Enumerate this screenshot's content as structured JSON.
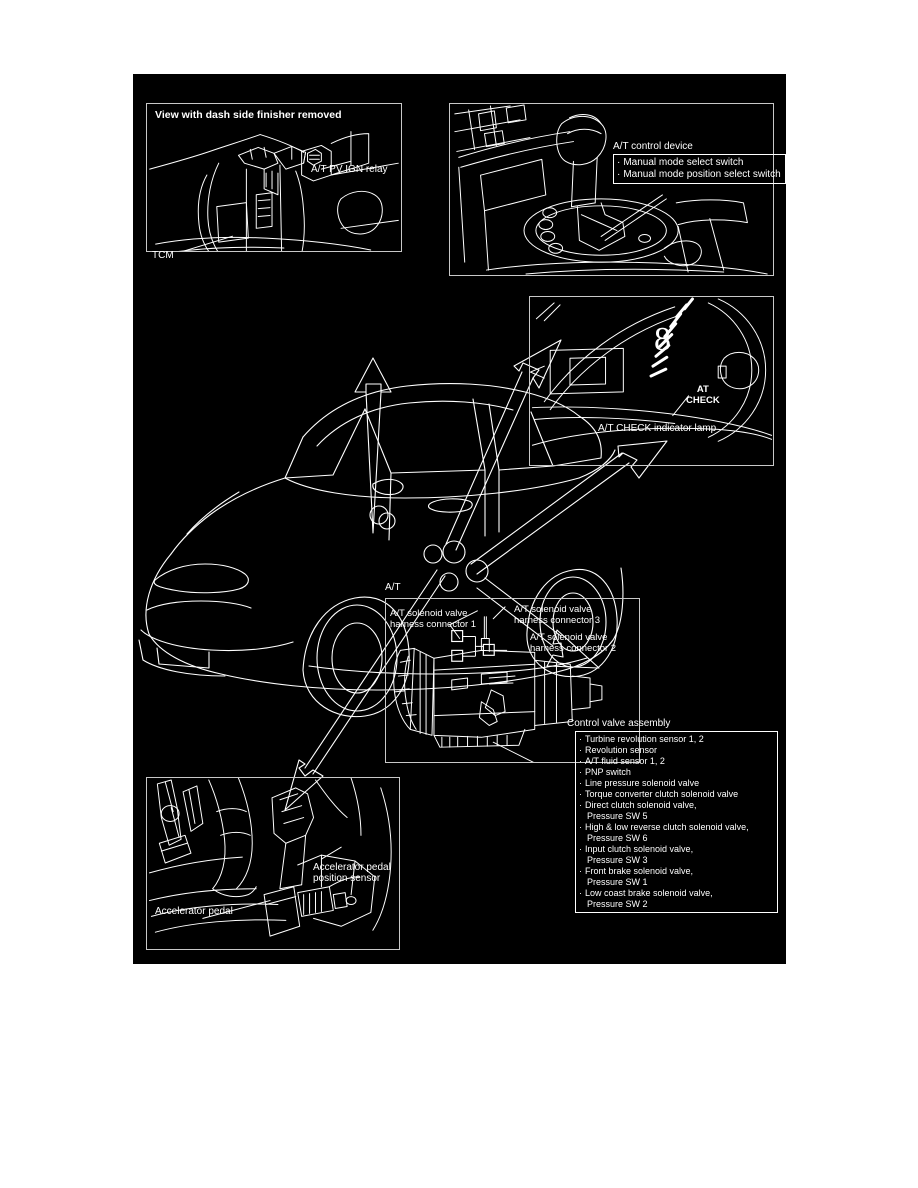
{
  "figure": {
    "type": "automotive-service-diagram",
    "subject": "A/T system component location",
    "background": "#000000",
    "line_color": "#ffffff",
    "page_background": "#ffffff"
  },
  "panels": {
    "dash": {
      "title": "View with dash side finisher removed",
      "labels": {
        "relay": "A/T PV IGN relay",
        "tcm": "TCM"
      }
    },
    "shifter": {
      "heading": "A/T control device",
      "items": [
        "Manual mode select switch",
        "Manual mode position select switch"
      ]
    },
    "cluster": {
      "digit": "8",
      "indicator_line1": "AT",
      "indicator_line2": "CHECK",
      "caption": "A/T CHECK indicator lamp"
    },
    "transmission": {
      "tag": "A/T",
      "connector1_line1": "A/T solenoid valve",
      "connector1_line2": "harness connector 1",
      "connector3_line1": "A/T solenoid valve",
      "connector3_line2": "harness connector 3",
      "connector2_line1": "A/T solenoid valve",
      "connector2_line2": "harness connector 2",
      "control_valve_label": "Control valve assembly",
      "component_list": [
        [
          "Turbine revolution sensor 1, 2"
        ],
        [
          "Revolution sensor"
        ],
        [
          "A/T fluid sensor 1, 2"
        ],
        [
          "PNP switch"
        ],
        [
          "Line pressure solenoid valve"
        ],
        [
          "Torque converter clutch solenoid valve"
        ],
        [
          "Direct clutch solenoid valve,",
          "Pressure SW 5"
        ],
        [
          "High & low reverse clutch solenoid valve,",
          "Pressure SW 6"
        ],
        [
          "Input clutch solenoid valve,",
          "Pressure SW 3"
        ],
        [
          "Front brake solenoid valve,",
          "Pressure SW 1"
        ],
        [
          "Low coast brake solenoid valve,",
          "Pressure SW 2"
        ]
      ]
    },
    "pedal": {
      "pedal_label": "Accelerator pedal",
      "sensor_line1": "Accelerator pedal",
      "sensor_line2": "position sensor"
    }
  }
}
